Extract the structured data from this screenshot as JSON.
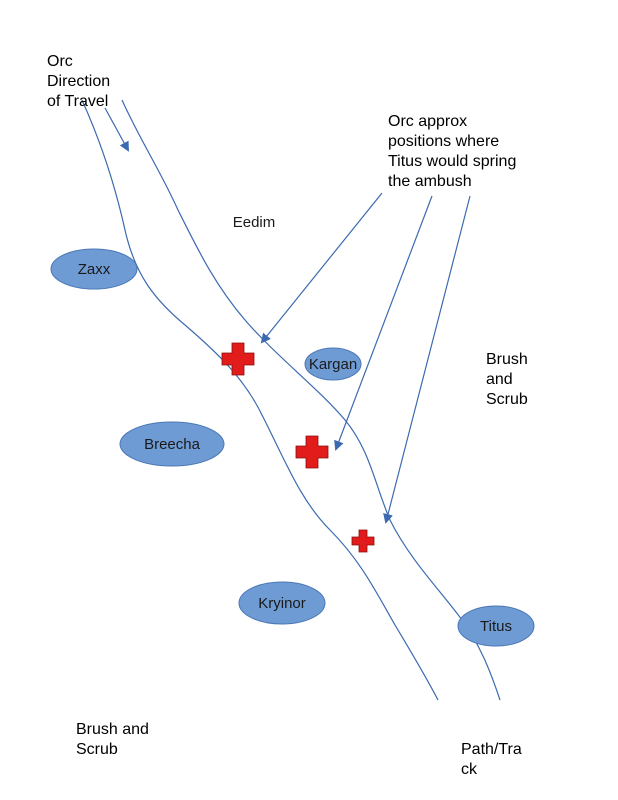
{
  "labels": {
    "orc_direction": "Orc\nDirection\nof Travel",
    "orc_positions_note": "Orc approx\npositions where\nTitus would spring\nthe ambush",
    "brush_scrub_right": "Brush\nand\nScrub",
    "brush_scrub_left": "Brush and\nScrub",
    "path_track": "Path/Tra\nck"
  },
  "units": {
    "eedim": "Eedim",
    "zaxx": "Zaxx",
    "kargan": "Kargan",
    "breecha": "Breecha",
    "kryinor": "Kryinor",
    "titus": "Titus"
  },
  "colors": {
    "oval_fill": "#6f9bd5",
    "oval_stroke": "#4a78b6",
    "path_line": "#3c6ab0",
    "arrow": "#3c6ab0",
    "marker": "#e21b1b",
    "marker_stroke": "#8a1010"
  },
  "icons": {
    "ambush_marker": "red-cross-marker"
  }
}
